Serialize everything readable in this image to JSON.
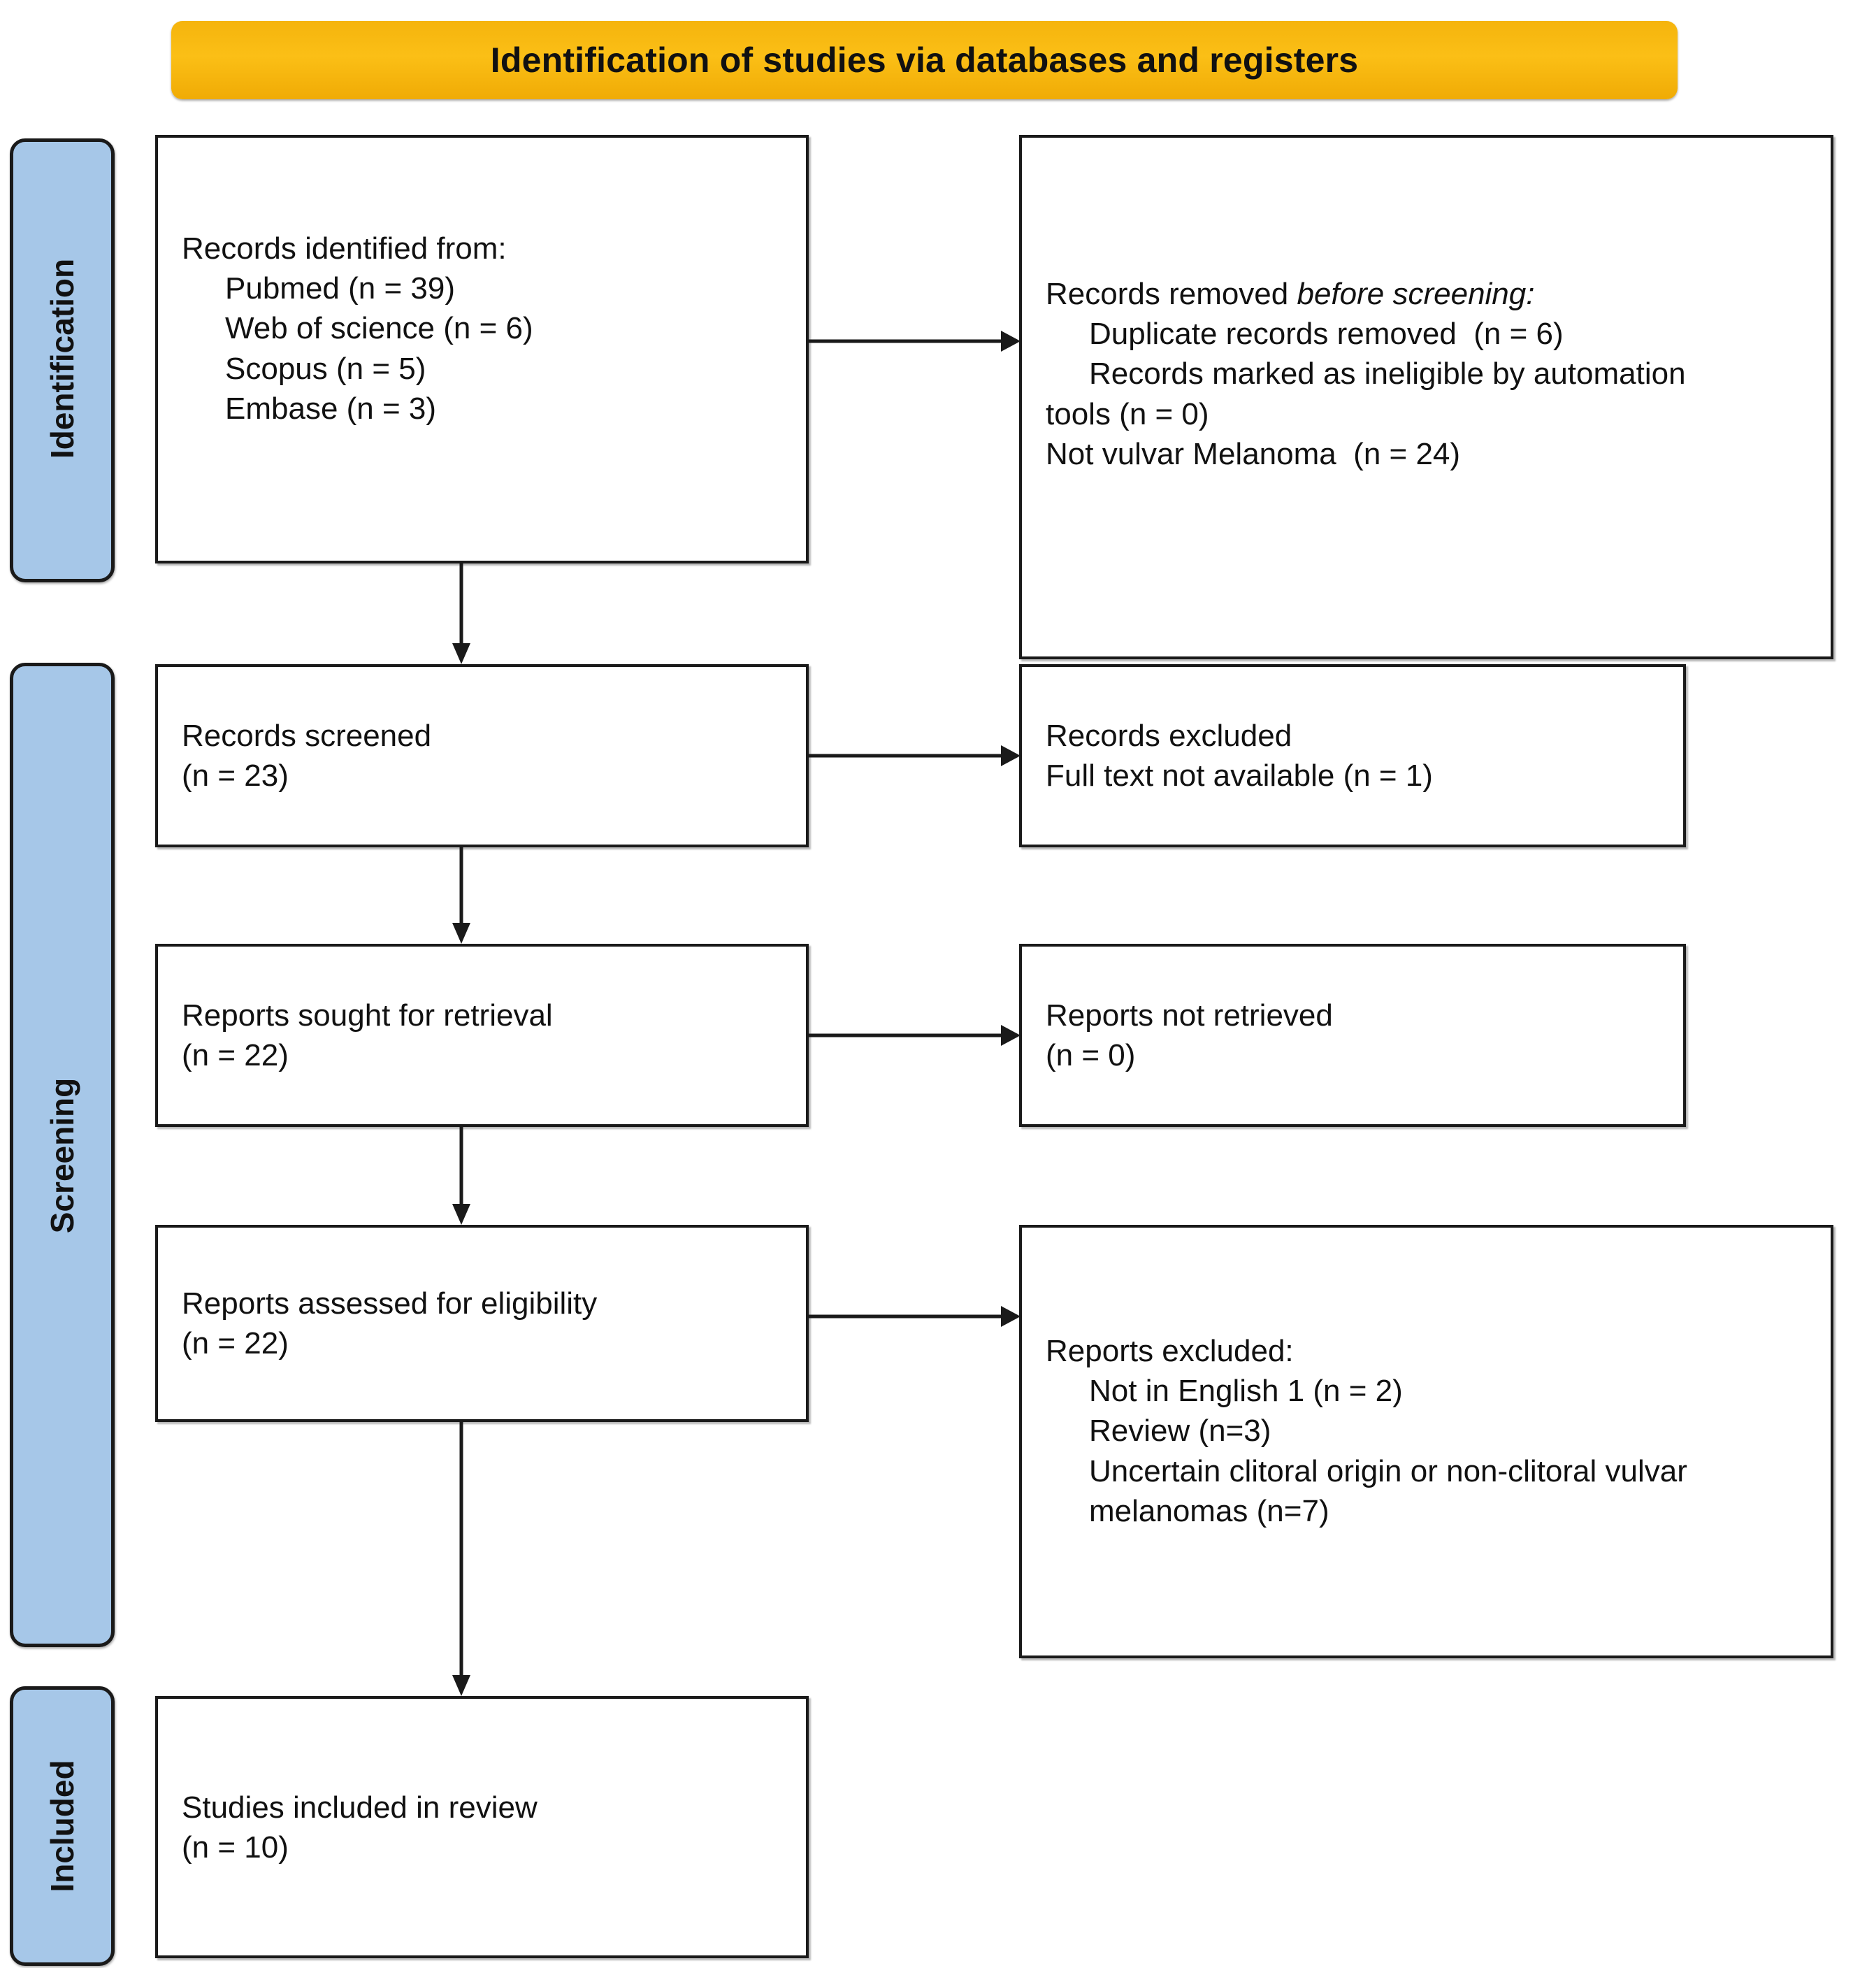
{
  "banner": {
    "title": "Identification of studies via databases and registers"
  },
  "stages": [
    {
      "key": "identification",
      "label": "Identification"
    },
    {
      "key": "screening",
      "label": "Screening"
    },
    {
      "key": "included",
      "label": "Included"
    }
  ],
  "boxes": {
    "records_identified": {
      "lines": [
        {
          "text": "Records identified from:",
          "indent": false
        },
        {
          "text": "Pubmed (n = 39)",
          "indent": true
        },
        {
          "text": "Web of science (n = 6)",
          "indent": true
        },
        {
          "text": "Scopus (n = 5)",
          "indent": true
        },
        {
          "text": "Embase (n = 3)",
          "indent": true
        }
      ]
    },
    "records_removed": {
      "lines": [
        {
          "text": "Records removed ",
          "italic_tail": "before screening:",
          "indent": false
        },
        {
          "text": "Duplicate records removed  (n = 6)",
          "indent": true
        },
        {
          "text": "Records marked as ineligible by automation",
          "indent": true
        },
        {
          "text": "tools (n = 0)",
          "indent": false
        },
        {
          "text": "Not vulvar Melanoma  (n = 24)",
          "indent": false
        }
      ]
    },
    "records_screened": {
      "lines": [
        {
          "text": "Records screened",
          "indent": false
        },
        {
          "text": "(n = 23)",
          "indent": false
        }
      ]
    },
    "records_excluded": {
      "lines": [
        {
          "text": "Records excluded",
          "indent": false
        },
        {
          "text": "Full text not available (n = 1)",
          "indent": false
        }
      ]
    },
    "reports_sought": {
      "lines": [
        {
          "text": "Reports sought for retrieval",
          "indent": false
        },
        {
          "text": "(n = 22)",
          "indent": false
        }
      ]
    },
    "reports_not_retrieved": {
      "lines": [
        {
          "text": "Reports not retrieved",
          "indent": false
        },
        {
          "text": "(n = 0)",
          "indent": false
        }
      ]
    },
    "reports_assessed": {
      "lines": [
        {
          "text": "Reports assessed for eligibility",
          "indent": false
        },
        {
          "text": "(n = 22)",
          "indent": false
        }
      ]
    },
    "reports_excluded": {
      "lines": [
        {
          "text": "Reports excluded:",
          "indent": false
        },
        {
          "text": "Not in English 1 (n = 2)",
          "indent": true
        },
        {
          "text": "Review (n=3)",
          "indent": true
        },
        {
          "text": "Uncertain clitoral origin or non-clitoral vulvar",
          "indent": true
        },
        {
          "text": "melanomas (n=7)",
          "indent": true
        }
      ]
    },
    "studies_included": {
      "lines": [
        {
          "text": "Studies included in review",
          "indent": false
        },
        {
          "text": "(n = 10)",
          "indent": false
        }
      ]
    }
  },
  "colors": {
    "banner": "#fbbf16",
    "stage_tab": "#a6c7e8",
    "outline": "#1a1a1a",
    "text": "#111111"
  }
}
